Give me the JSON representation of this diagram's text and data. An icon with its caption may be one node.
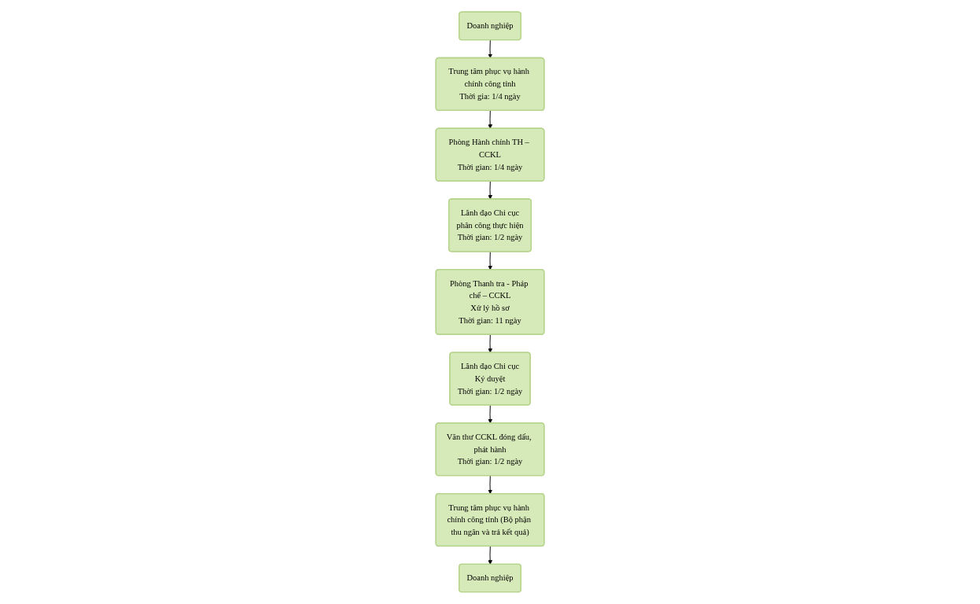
{
  "diagram": {
    "nodes": [
      {
        "text": [
          "Trung tâm phục vụ hành chính công tỉnh",
          "Thời gia: 1/4 ngày"
        ]
      },
      {
        "text": [
          "Phòng Hành chính TH – CCKL",
          "Thời gian: 1/4 ngày"
        ]
      },
      {
        "text": [
          "Lãnh đạo Chi cục",
          "phân công thực hiện",
          "Thời gian: 1/2 ngày"
        ]
      },
      {
        "text": [
          "Doanh nghiệp"
        ]
      },
      {
        "text": [
          "Lãnh đạo Chi cục",
          "Ký duyệt",
          "Thời gian: 1/2 ngày"
        ]
      },
      {
        "text": [
          "Phòng Thanh tra - Pháp chế – CCKL",
          "Xử lý hồ sơ",
          "Thời gian: 11 ngày"
        ]
      },
      {
        "text": [
          "Văn thư CCKL đóng dấu, phát hành",
          "Thời gian: 1/2 ngày"
        ]
      },
      {
        "text": [
          "Trung tâm phục vụ hành chính công tỉnh (Bộ phận thu ngân và trả kết quả)"
        ]
      },
      {
        "text": [
          "Doanh nghiệp"
        ]
      }
    ],
    "edges": [
      {
        "from": 3,
        "to": 0,
        "arrow": "to"
      },
      {
        "from": 0,
        "to": 1,
        "arrow": "to"
      },
      {
        "from": 1,
        "to": 2,
        "arrow": "to"
      },
      {
        "from": 2,
        "to": 5,
        "arrow": "to"
      },
      {
        "from": 5,
        "to": 4,
        "arrow": "to"
      },
      {
        "from": 4,
        "to": 6,
        "arrow": "to"
      },
      {
        "from": 6,
        "to": 7,
        "arrow": "to"
      },
      {
        "from": 7,
        "to": 8,
        "arrow": "to"
      }
    ]
  }
}
